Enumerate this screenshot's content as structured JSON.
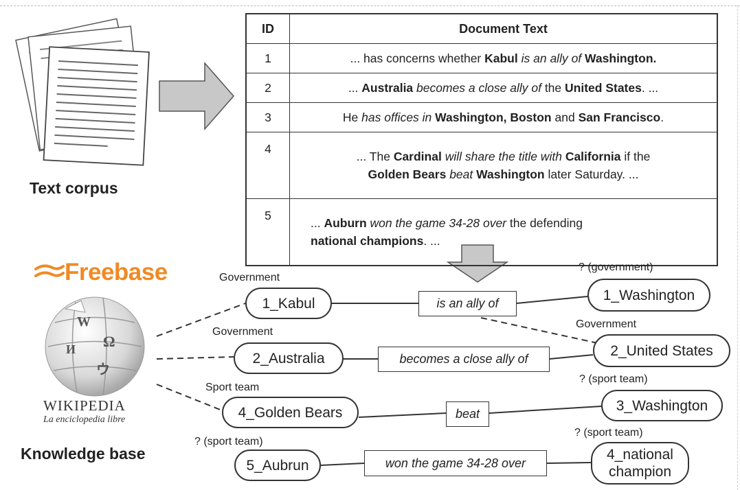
{
  "table": {
    "header_id": "ID",
    "header_text": "Document Text",
    "rows": [
      {
        "id": "1",
        "parts": [
          [
            "... has concerns whether ",
            "n"
          ],
          [
            "Kabul",
            "b"
          ],
          [
            " ",
            "n"
          ],
          [
            "is an ally of",
            "i"
          ],
          [
            " ",
            "n"
          ],
          [
            "Washington.",
            "b"
          ]
        ]
      },
      {
        "id": "2",
        "parts": [
          [
            "... ",
            "n"
          ],
          [
            "Australia",
            "b"
          ],
          [
            " ",
            "n"
          ],
          [
            "becomes a close ally of",
            "i"
          ],
          [
            " the ",
            "n"
          ],
          [
            "United States",
            "b"
          ],
          [
            ". ...",
            "n"
          ]
        ]
      },
      {
        "id": "3",
        "parts": [
          [
            "He ",
            "n"
          ],
          [
            "has offices in",
            "i"
          ],
          [
            " ",
            "n"
          ],
          [
            "Washington, Boston",
            "b"
          ],
          [
            " and ",
            "n"
          ],
          [
            "San Francisco",
            "b"
          ],
          [
            ".",
            "n"
          ]
        ]
      },
      {
        "id": "4",
        "parts": [
          [
            "... The ",
            "n"
          ],
          [
            "Cardinal",
            "b"
          ],
          [
            " ",
            "n"
          ],
          [
            "will share the title with",
            "i"
          ],
          [
            " ",
            "n"
          ],
          [
            "California",
            "b"
          ],
          [
            " if the",
            "n"
          ],
          [
            "\n",
            "br"
          ],
          [
            "Golden Bears",
            "b"
          ],
          [
            " ",
            "n"
          ],
          [
            "beat",
            "i"
          ],
          [
            " ",
            "n"
          ],
          [
            "Washington",
            "b"
          ],
          [
            " later Saturday. ...",
            "n"
          ]
        ]
      },
      {
        "id": "5",
        "parts": [
          [
            "... ",
            "n"
          ],
          [
            "Auburn",
            "b"
          ],
          [
            " ",
            "n"
          ],
          [
            "won the game 34-28 over",
            "i"
          ],
          [
            " the defending",
            "n"
          ],
          [
            "\n",
            "br"
          ],
          [
            "national champions",
            "b"
          ],
          [
            ". ...",
            "n"
          ]
        ]
      }
    ]
  },
  "labels": {
    "text_corpus": "Text corpus",
    "knowledge_base": "Knowledge base",
    "freebase_logo": "Freebase",
    "wikipedia_title": "WIKIPEDIA",
    "wikipedia_subtitle": "La enciclopedia libre"
  },
  "graph": {
    "left_nodes": [
      {
        "label": "1_Kabul",
        "type": "Government"
      },
      {
        "label": "2_Australia",
        "type": "Government"
      },
      {
        "label": "4_Golden Bears",
        "type": "Sport team"
      },
      {
        "label": "5_Aubrun",
        "type": "? (sport team)"
      }
    ],
    "relations": [
      "is an ally of",
      "becomes a close ally of",
      "beat",
      "won the game 34-28 over"
    ],
    "right_nodes": [
      {
        "label": "1_Washington",
        "type": "? (government)"
      },
      {
        "label": "2_United States",
        "type": "Government"
      },
      {
        "label": "3_Washington",
        "type": "? (sport team)"
      },
      {
        "label": "4_national champion",
        "type": "? (sport team)"
      }
    ]
  },
  "colors": {
    "freebase_orange": "#f08a24",
    "arrow_gray": "#c8c8c8",
    "line": "#333333"
  }
}
